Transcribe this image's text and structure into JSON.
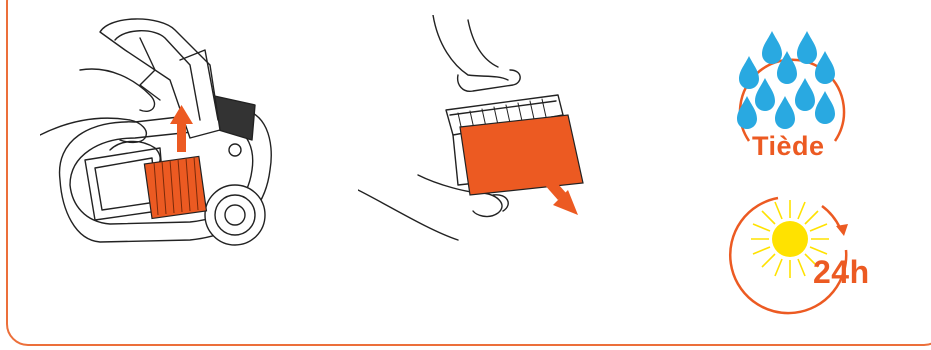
{
  "panel": {
    "warm_water_label": "Tiède",
    "drying_time_label": "24h"
  },
  "colors": {
    "accent_orange": "#ec5a22",
    "frame_orange": "#ec6f3a",
    "drop_blue": "#29a9e1",
    "sun_yellow": "#ffe200",
    "line": "#222222"
  },
  "icons": [
    "vacuum-open-lid-illustration",
    "hands-removing-filter-illustration",
    "water-drops-icon",
    "sun-icon"
  ]
}
